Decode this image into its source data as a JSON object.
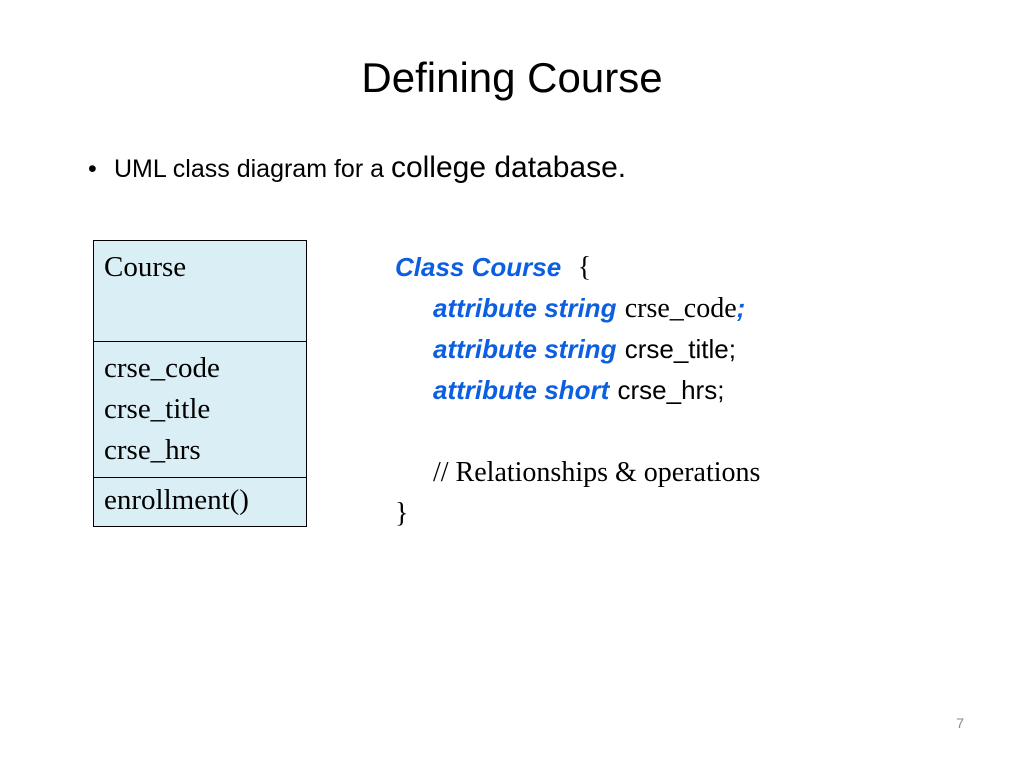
{
  "slide": {
    "title": "Defining Course",
    "bullet": {
      "symbol": "•",
      "text_small": "UML class diagram for a ",
      "text_large": "college database."
    },
    "page_number": "7"
  },
  "uml_class": {
    "name": "Course",
    "attributes": [
      "crse_code",
      "crse_title",
      "crse_hrs"
    ],
    "operations": [
      "enrollment()"
    ],
    "fill_color": "#daeef5"
  },
  "code": {
    "keyword_color": "#0b5fe0",
    "line1_kw": "Class Course",
    "line1_rest": "{",
    "line2_kw": "attribute string",
    "line2_name": "crse_code",
    "line2_semi": ";",
    "line3_kw": "attribute string",
    "line3_rest": "crse_title;",
    "line4_kw": "attribute short",
    "line4_rest": "crse_hrs;",
    "comment": "// Relationships & operations",
    "close": "}"
  }
}
